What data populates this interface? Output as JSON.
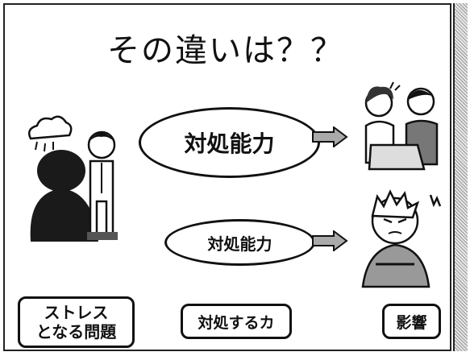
{
  "title": "その違いは？？",
  "ovals": {
    "large": "対処能力",
    "small": "対処能力"
  },
  "boxes": {
    "stress_line1": "ストレス",
    "stress_line2": "となる問題",
    "cope": "対処するカ",
    "effect": "影響"
  },
  "icons": [
    "dark-cloud-icon",
    "right-arrow-icon"
  ]
}
